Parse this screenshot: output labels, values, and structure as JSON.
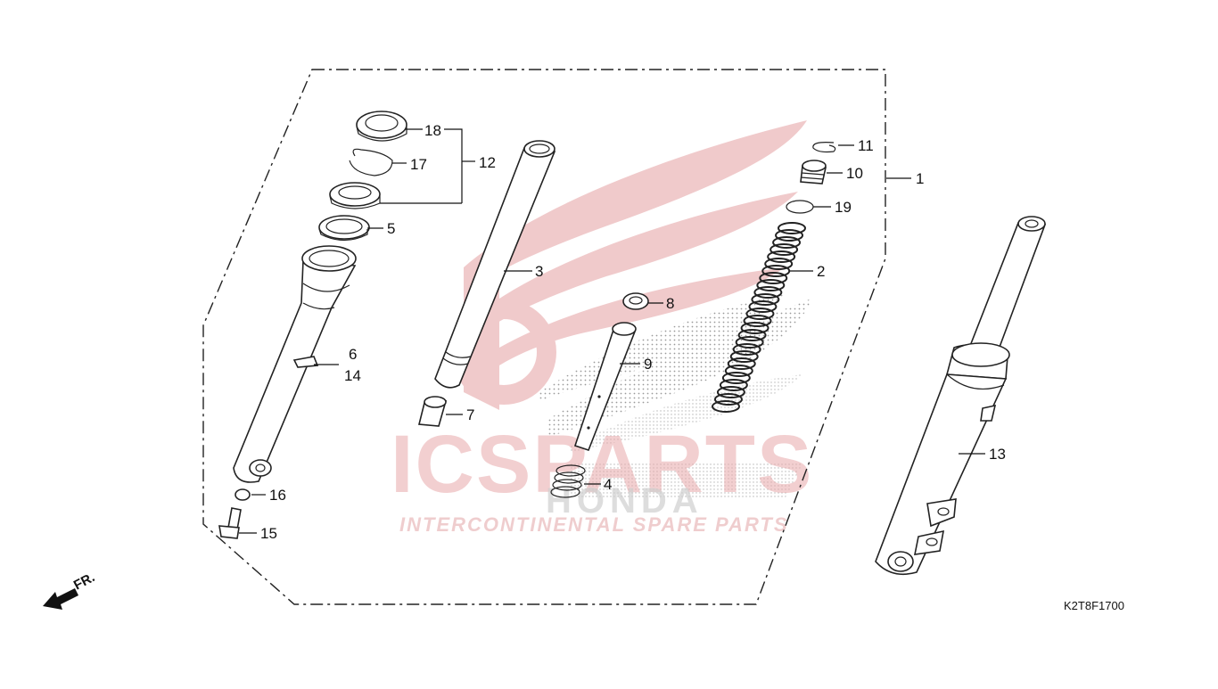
{
  "diagram": {
    "code": "K2T8F1700",
    "front_label": "FR.",
    "watermark": {
      "title": "ICSPARTS",
      "subtitle": "INTERCONTINENTAL SPARE PARTS",
      "brand": "HONDA"
    },
    "callouts": [
      {
        "id": "c18",
        "text": "18"
      },
      {
        "id": "c17",
        "text": "17"
      },
      {
        "id": "c12",
        "text": "12"
      },
      {
        "id": "c5",
        "text": "5"
      },
      {
        "id": "c6",
        "text": "6"
      },
      {
        "id": "c14",
        "text": "14"
      },
      {
        "id": "c16",
        "text": "16"
      },
      {
        "id": "c15",
        "text": "15"
      },
      {
        "id": "c3",
        "text": "3"
      },
      {
        "id": "c7",
        "text": "7"
      },
      {
        "id": "c8",
        "text": "8"
      },
      {
        "id": "c9",
        "text": "9"
      },
      {
        "id": "c4",
        "text": "4"
      },
      {
        "id": "c11",
        "text": "11"
      },
      {
        "id": "c10",
        "text": "10"
      },
      {
        "id": "c19",
        "text": "19"
      },
      {
        "id": "c2",
        "text": "2"
      },
      {
        "id": "c1",
        "text": "1"
      },
      {
        "id": "c13",
        "text": "13"
      }
    ]
  }
}
